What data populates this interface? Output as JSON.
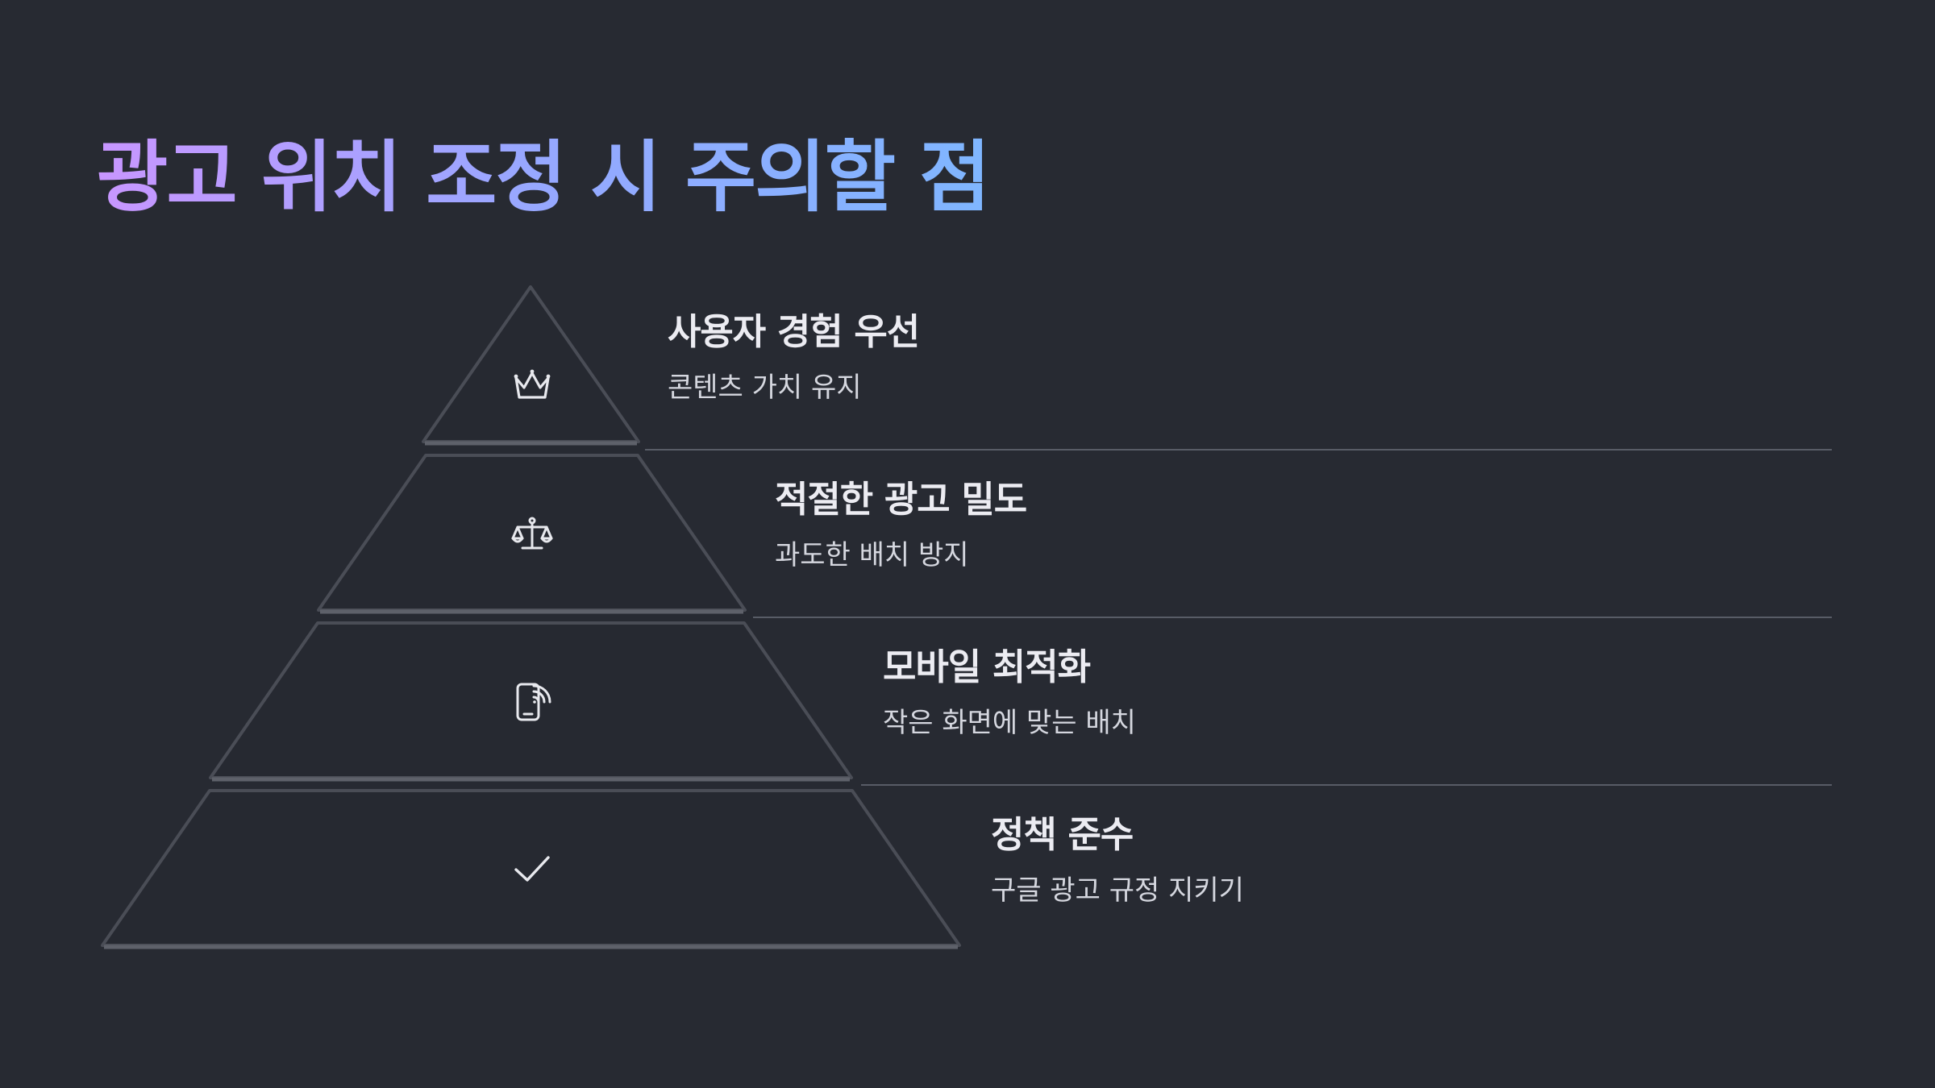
{
  "title": "광고 위치 조정 시 주의할 점",
  "colors": {
    "background": "#272a32",
    "tier_fill": "#262931",
    "tier_edge": "#4a4d56",
    "text": "#ececf2",
    "title_gradient": [
      "#c896ff",
      "#96a8ff",
      "#7fb6ff"
    ]
  },
  "tiers": [
    {
      "icon": "crown-icon",
      "title": "사용자 경험 우선",
      "desc": "콘텐츠 가치 유지"
    },
    {
      "icon": "scale-icon",
      "title": "적절한 광고 밀도",
      "desc": "과도한 배치 방지"
    },
    {
      "icon": "phone-signal-icon",
      "title": "모바일 최적화",
      "desc": "작은 화면에 맞는 배치"
    },
    {
      "icon": "check-icon",
      "title": "정책 준수",
      "desc": "구글 광고 규정 지키기"
    }
  ]
}
